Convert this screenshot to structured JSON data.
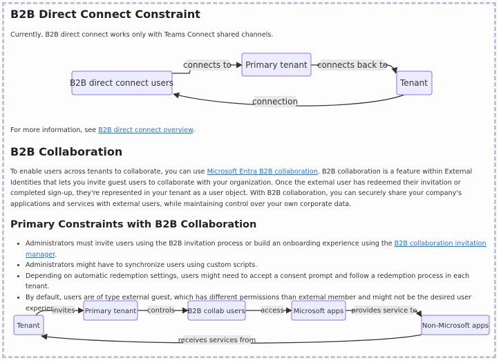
{
  "section1": {
    "heading": "B2B Direct Connect Constraint",
    "intro": "Currently, B2B direct connect works only with Teams Connect shared channels.",
    "diagram": {
      "nodes": {
        "users": "B2B direct connect users",
        "primary": "Primary tenant",
        "tenant": "Tenant"
      },
      "edges": {
        "users_primary": "connects to",
        "primary_tenant": "connects back to",
        "tenant_users": "connection"
      }
    },
    "more_info_prefix": "For more information, see ",
    "more_info_link": "B2B direct connect overview",
    "more_info_suffix": "."
  },
  "section2": {
    "heading": "B2B Collaboration",
    "para_prefix": "To enable users across tenants to collaborate, you can use ",
    "para_link": "Microsoft Entra B2B collaboration",
    "para_suffix": ". B2B collaboration is a feature within External Identities that lets you invite guest users to collaborate with your organization. Once the external user has redeemed their invitation or completed sign-up, they're represented in your tenant as a user object. With B2B collaboration, you can securely share your company's applications and services with external users, while maintaining control over your own corporate data."
  },
  "section3": {
    "heading": "Primary Constraints with B2B Collaboration",
    "bullet1_prefix": "Administrators must invite users using the B2B invitation process or build an onboarding experience using the ",
    "bullet1_link": "B2B collaboration invitation manager",
    "bullet1_suffix": ".",
    "bullet2": "Administrators might have to synchronize users using custom scripts.",
    "bullet3": "Depending on automatic redemption settings, users might need to accept a consent prompt and follow a redemption process in each tenant.",
    "bullet4": "By default, users are of type external guest, which has different permissions than external member and might not be the desired user experience.",
    "diagram": {
      "nodes": {
        "tenant": "Tenant",
        "primary": "Primary tenant",
        "collab": "B2B collab users",
        "msapps": "Microsoft apps",
        "nonms": "Non-Microsoft apps"
      },
      "edges": {
        "invites": "invites",
        "controls": "controls",
        "access": "access",
        "provides": "provides service to",
        "receives": "receives services from"
      }
    }
  }
}
